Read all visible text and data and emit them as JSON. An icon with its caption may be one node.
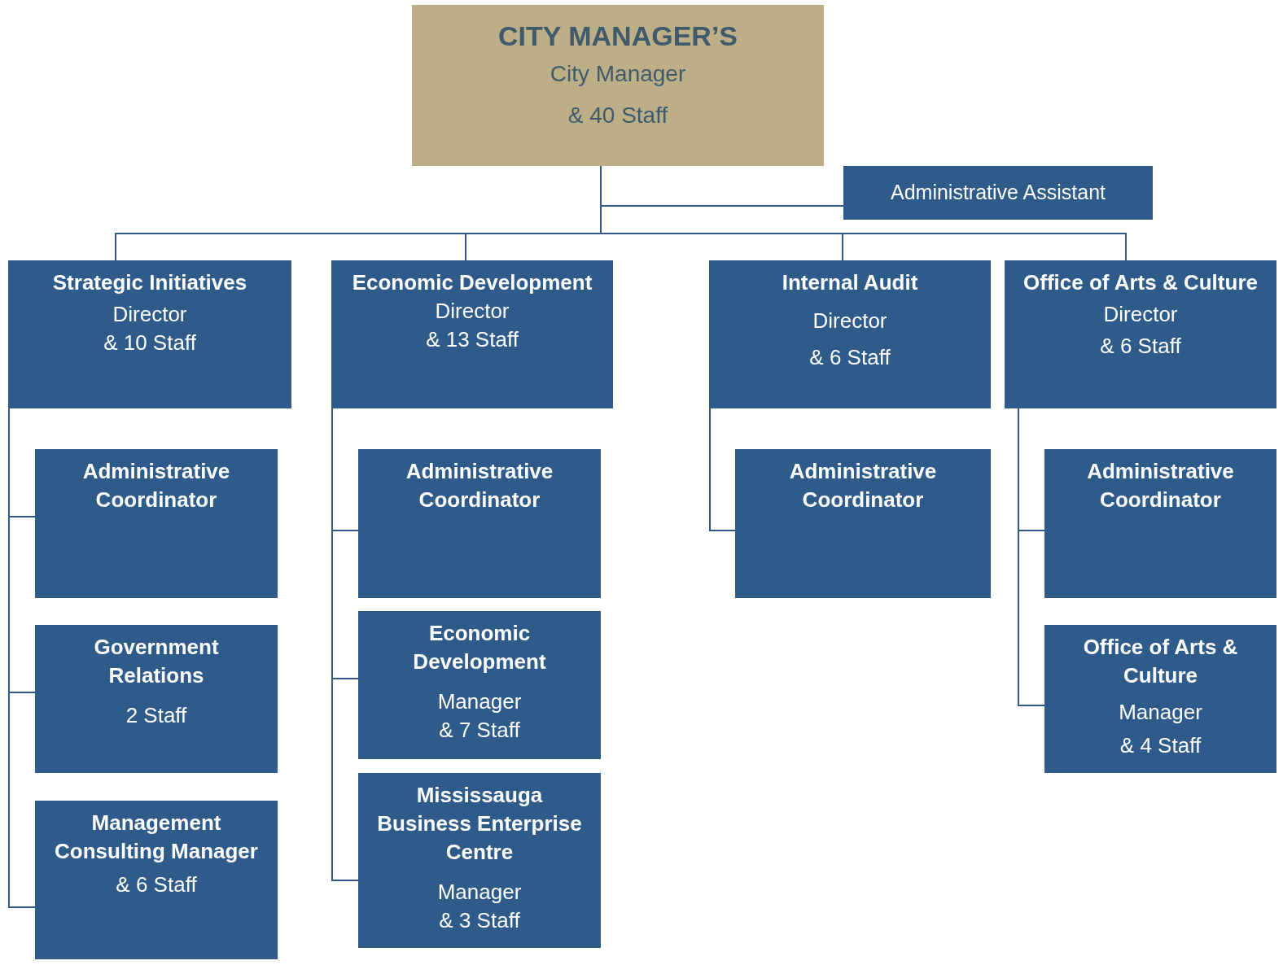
{
  "diagram": {
    "nodes": [
      {
        "text": [
          "CITY MANAGER’S",
          "City Manager",
          "& 40 Staff"
        ]
      },
      {
        "text": [
          "Administrative Assistant"
        ]
      },
      {
        "text": [
          "Strategic Initiatives",
          "Director",
          "& 10 Staff"
        ]
      },
      {
        "text": [
          "Economic Development",
          "Director",
          "& 13 Staff"
        ]
      },
      {
        "text": [
          "Internal Audit",
          "Director",
          "& 6 Staff"
        ]
      },
      {
        "text": [
          "Office of Arts & Culture",
          "Director",
          "& 6 Staff"
        ]
      },
      {
        "text": [
          "Administrative Coordinator"
        ]
      },
      {
        "text": [
          "Government Relations",
          "2 Staff"
        ]
      },
      {
        "text": [
          "Management Consulting Manager",
          "& 6 Staff"
        ]
      },
      {
        "text": [
          "Administrative Coordinator"
        ]
      },
      {
        "text": [
          "Economic Development",
          "Manager",
          "& 7 Staff"
        ]
      },
      {
        "text": [
          "Mississauga Business Enterprise Centre",
          "Manager",
          "& 3 Staff"
        ]
      },
      {
        "text": [
          "Administrative Coordinator"
        ]
      },
      {
        "text": [
          "Administrative Coordinator"
        ]
      },
      {
        "text": [
          "Office of Arts & Culture",
          "Manager",
          "& 4 Staff"
        ]
      }
    ],
    "edges": [
      {
        "from": 0,
        "to": 1,
        "arrow": "none"
      },
      {
        "from": 0,
        "to": 2,
        "arrow": "none"
      },
      {
        "from": 0,
        "to": 3,
        "arrow": "none"
      },
      {
        "from": 0,
        "to": 4,
        "arrow": "none"
      },
      {
        "from": 0,
        "to": 5,
        "arrow": "none"
      },
      {
        "from": 2,
        "to": 6,
        "arrow": "none"
      },
      {
        "from": 2,
        "to": 7,
        "arrow": "none"
      },
      {
        "from": 2,
        "to": 8,
        "arrow": "none"
      },
      {
        "from": 3,
        "to": 9,
        "arrow": "none"
      },
      {
        "from": 3,
        "to": 10,
        "arrow": "none"
      },
      {
        "from": 3,
        "to": 11,
        "arrow": "none"
      },
      {
        "from": 4,
        "to": 12,
        "arrow": "none"
      },
      {
        "from": 5,
        "to": 13,
        "arrow": "none"
      },
      {
        "from": 5,
        "to": 14,
        "arrow": "none"
      }
    ]
  }
}
